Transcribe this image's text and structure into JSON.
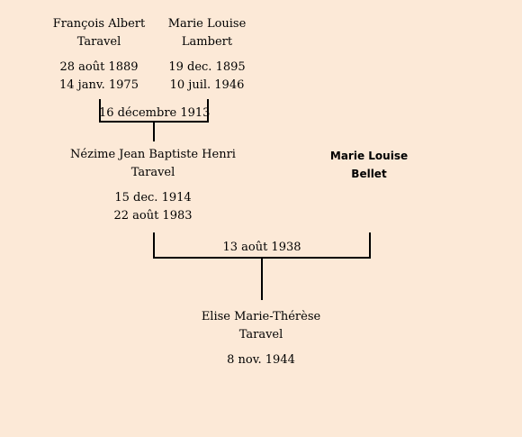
{
  "grandfather": {
    "name_line1": "François Albert",
    "name_line2": "Taravel",
    "birth": "28 août 1889",
    "death": "14 janv. 1975"
  },
  "grandmother": {
    "name_line1": "Marie Louise",
    "name_line2": "Lambert",
    "birth": "19 dec. 1895",
    "death": "10 juil. 1946"
  },
  "grandparents_marriage": "16 décembre 1913",
  "father": {
    "name_line1": "Nézime Jean Baptiste Henri",
    "name_line2": "Taravel",
    "birth": "15 dec. 1914",
    "death": "22 août 1983"
  },
  "mother": {
    "name_line1": "Marie Louise",
    "name_line2": "Bellet"
  },
  "parents_marriage": "13 août 1938",
  "child": {
    "name_line1": "Elise Marie-Thérèse",
    "name_line2": "Taravel",
    "birth": "8 nov. 1944"
  }
}
